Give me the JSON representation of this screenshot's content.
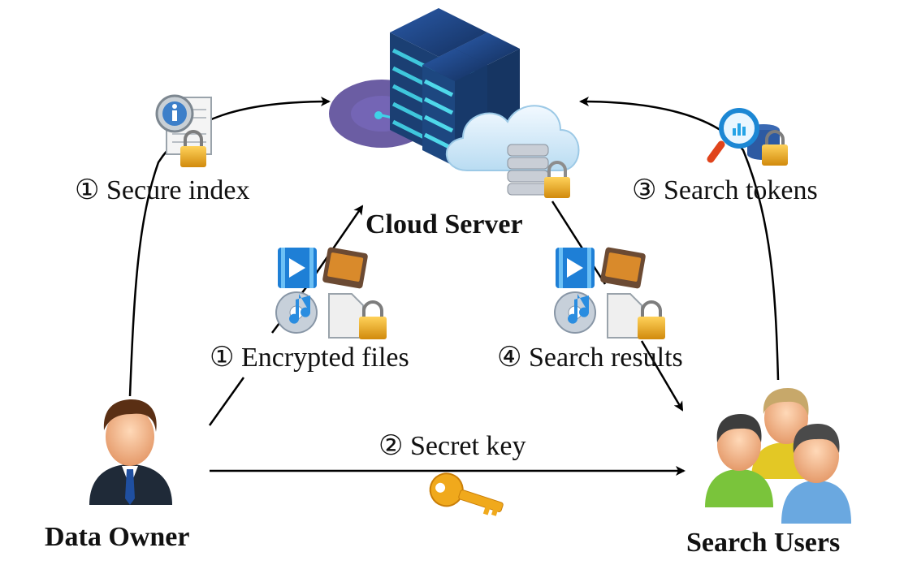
{
  "nodes": {
    "cloud_server": "Cloud Server",
    "data_owner": "Data Owner",
    "search_users": "Search Users"
  },
  "flows": {
    "secure_index": "① Secure index",
    "encrypted_files": "① Encrypted files",
    "secret_key": "② Secret key",
    "search_tokens": "③ Search tokens",
    "search_results": "④ Search results"
  },
  "icons": [
    "server-rack-icon",
    "cloud-database-lock-icon",
    "secure-index-document-icon",
    "search-token-icon",
    "video-file-icon",
    "image-file-icon",
    "music-file-icon",
    "locked-document-icon",
    "key-icon",
    "data-owner-avatar-icon",
    "search-users-group-icon"
  ],
  "colors": {
    "server": "#1b3f73",
    "server_light": "#40c4d6",
    "cloud": "#d6ecf8",
    "lock": "#e3a41a",
    "key": "#f0a91c",
    "arrow": "#000000"
  }
}
